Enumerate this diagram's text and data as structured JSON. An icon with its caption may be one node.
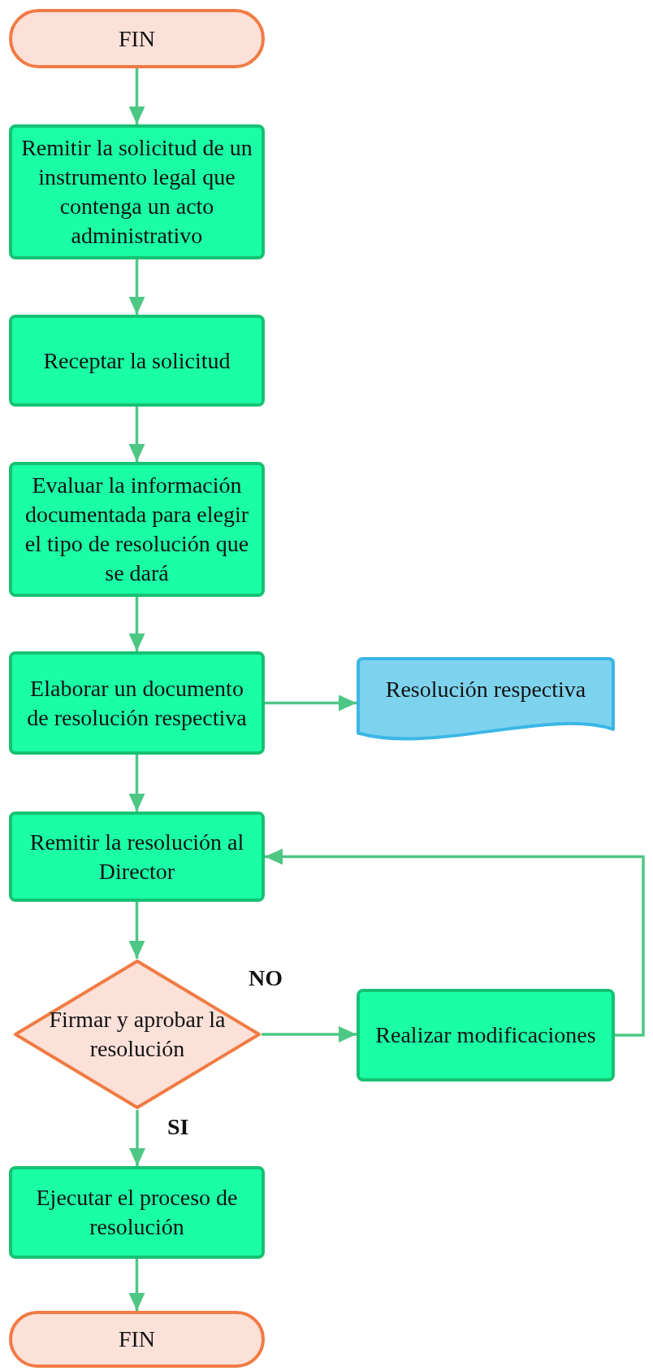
{
  "diagram": {
    "nodes": [
      {
        "text": [
          "FIN"
        ]
      },
      {
        "text": [
          "Remitir la solicitud de un instrumento legal que contenga un acto administrativo"
        ]
      },
      {
        "text": [
          "Receptar la solicitud"
        ]
      },
      {
        "text": [
          "Evaluar la información documentada para elegir el tipo de resolución que se dará"
        ]
      },
      {
        "text": [
          "Elaborar un documento de resolución respectiva"
        ]
      },
      {
        "text": [
          "Resolución respectiva"
        ]
      },
      {
        "text": [
          "Remitir la resolución al Director"
        ]
      },
      {
        "text": [
          "Firmar y aprobar la resolución"
        ]
      },
      {
        "text": [
          "Realizar modificaciones"
        ]
      },
      {
        "text": [
          "Ejecutar el proceso de resolución"
        ]
      },
      {
        "text": [
          "FIN"
        ]
      }
    ],
    "edges": [
      {
        "from": 0,
        "to": 1,
        "arrow": "to"
      },
      {
        "from": 1,
        "to": 2,
        "arrow": "to"
      },
      {
        "from": 2,
        "to": 3,
        "arrow": "to"
      },
      {
        "from": 3,
        "to": 4,
        "arrow": "to"
      },
      {
        "from": 4,
        "to": 5,
        "arrow": "to"
      },
      {
        "from": 4,
        "to": 6,
        "arrow": "to"
      },
      {
        "from": 6,
        "to": 7,
        "arrow": "to"
      },
      {
        "from": 7,
        "to": 8,
        "arrow": "to",
        "label": "NO"
      },
      {
        "from": 8,
        "to": 6,
        "arrow": "to"
      },
      {
        "from": 7,
        "to": 9,
        "arrow": "to",
        "label": "SI"
      },
      {
        "from": 9,
        "to": 10,
        "arrow": "to"
      }
    ]
  }
}
